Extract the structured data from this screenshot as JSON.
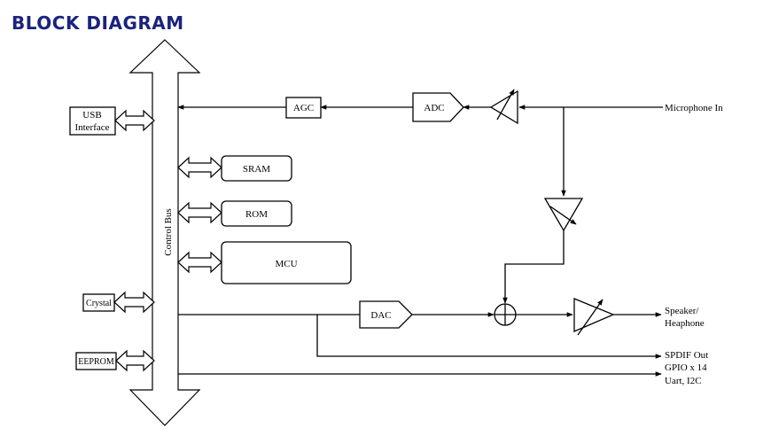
{
  "title": "BLOCK DIAGRAM",
  "bus": {
    "label": "Control Bus"
  },
  "left_blocks": {
    "usb_line1": "USB",
    "usb_line2": "Interface",
    "crystal": "Crystal",
    "eeprom": "EEPROM"
  },
  "memory_blocks": {
    "sram": "SRAM",
    "rom": "ROM",
    "mcu": "MCU"
  },
  "signal_blocks": {
    "agc": "AGC",
    "adc": "ADC",
    "dac": "DAC"
  },
  "outputs": {
    "microphone_in": "Microphone In",
    "speaker_line1": "Speaker/",
    "speaker_line2": "Heaphone",
    "spdif": "SPDIF Out",
    "gpio": "GPIO x 14",
    "uart": "Uart,  I2C"
  }
}
